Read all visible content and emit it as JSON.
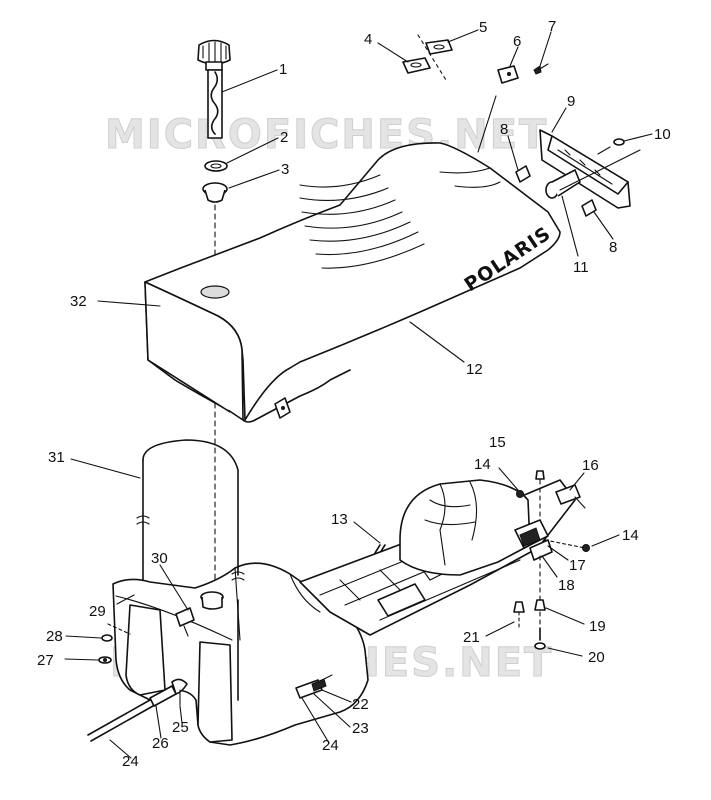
{
  "watermark": {
    "top": "MICROFICHES.NET",
    "bottom": "MICROFICHES.NET"
  },
  "brand_text": "POLARIS",
  "callouts": {
    "c1": "1",
    "c2": "2",
    "c3": "3",
    "c4": "4",
    "c5": "5",
    "c6": "6",
    "c7": "7",
    "c8a": "8",
    "c8b": "8",
    "c9": "9",
    "c10": "10",
    "c11": "11",
    "c12": "12",
    "c13": "13",
    "c14a": "14",
    "c14b": "14",
    "c15": "15",
    "c16": "16",
    "c17": "17",
    "c18": "18",
    "c19": "19",
    "c20": "20",
    "c21": "21",
    "c22": "22",
    "c23": "23",
    "c24a": "24",
    "c24b": "24",
    "c25": "25",
    "c26": "26",
    "c27": "27",
    "c28": "28",
    "c29": "29",
    "c30": "30",
    "c31": "31",
    "c32": "32"
  }
}
